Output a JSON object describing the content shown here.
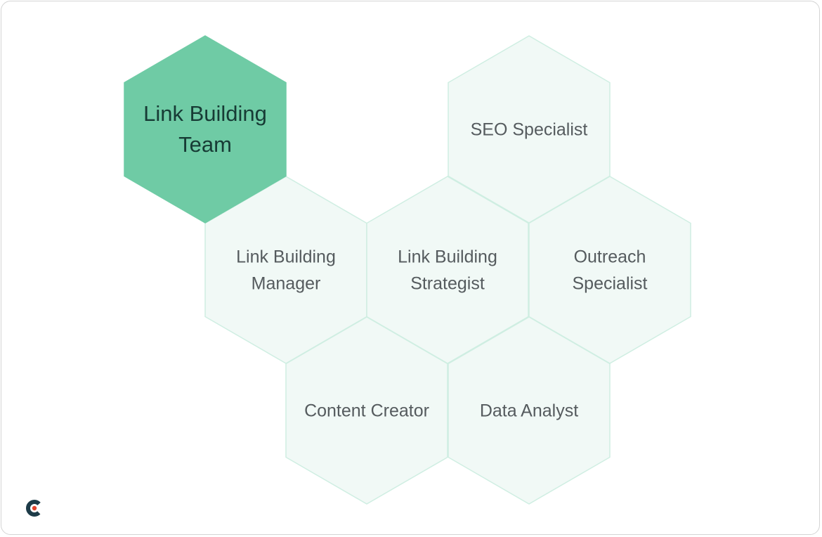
{
  "colors": {
    "primary_fill": "#6fcba5",
    "primary_text": "#173b35",
    "secondary_fill": "#f1f9f6",
    "secondary_stroke": "#cfeee2",
    "secondary_text": "#555b5e",
    "logo_dark": "#1d3b48",
    "logo_red": "#e2452f"
  },
  "diagram": {
    "nodes": [
      {
        "id": "link-building-team",
        "lines": [
          "Link Building",
          "Team"
        ],
        "primary": true
      },
      {
        "id": "seo-specialist",
        "lines": [
          "SEO Specialist"
        ],
        "primary": false
      },
      {
        "id": "link-building-manager",
        "lines": [
          "Link Building",
          "Manager"
        ],
        "primary": false
      },
      {
        "id": "link-building-strategist",
        "lines": [
          "Link Building",
          "Strategist"
        ],
        "primary": false
      },
      {
        "id": "outreach-specialist",
        "lines": [
          "Outreach",
          "Specialist"
        ],
        "primary": false
      },
      {
        "id": "content-creator",
        "lines": [
          "Content Creator"
        ],
        "primary": false
      },
      {
        "id": "data-analyst",
        "lines": [
          "Data Analyst"
        ],
        "primary": false
      }
    ]
  },
  "logo": {
    "icon": "brand-c-logo-icon"
  }
}
